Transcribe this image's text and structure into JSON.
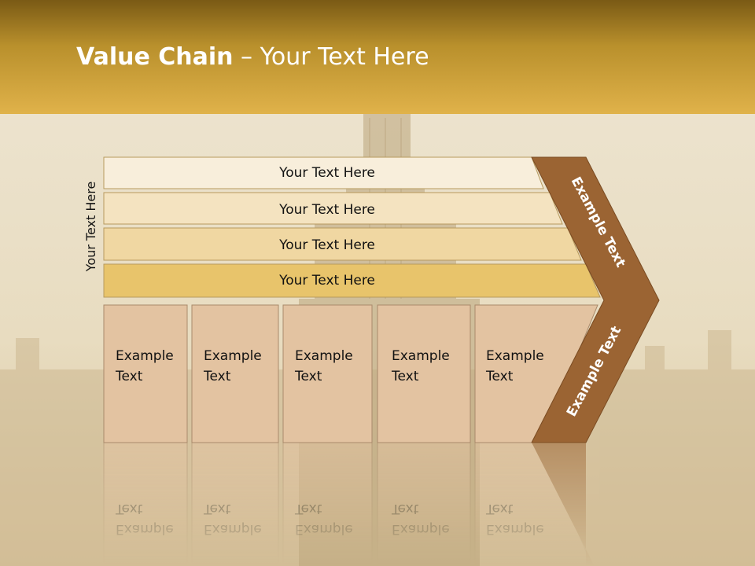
{
  "slide": {
    "title_bold": "Value Chain",
    "title_rest": " – Your Text Here"
  },
  "diagram": {
    "side_label": "Your Text Here",
    "rows": [
      "Your Text Here",
      "Your Text Here",
      "Your Text Here",
      "Your Text Here"
    ],
    "boxes": [
      [
        "Example",
        "Text"
      ],
      [
        "Example",
        "Text"
      ],
      [
        "Example",
        "Text"
      ],
      [
        "Example",
        "Text"
      ],
      [
        "Example",
        "Text"
      ]
    ],
    "chevron_top": "Example Text",
    "chevron_bottom": "Example Text"
  },
  "colors": {
    "header": "#c99a35",
    "row1": "#f8eedb",
    "row2": "#f4e3c0",
    "row3": "#f0d7a2",
    "row4": "#e8c46b",
    "box": "#e3c3a1",
    "chevron": "#9b6433"
  }
}
